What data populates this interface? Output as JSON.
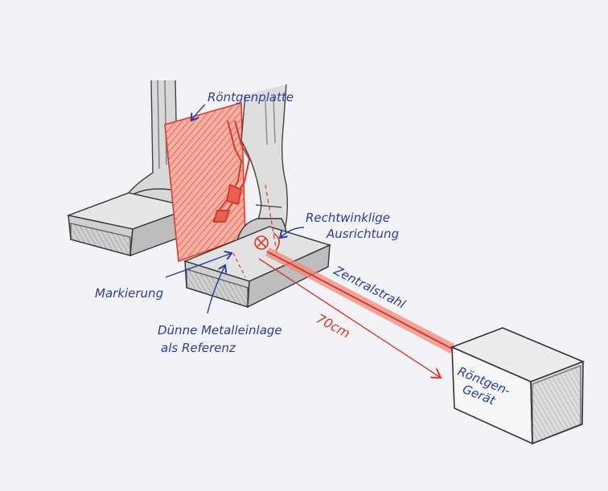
{
  "labels": {
    "plate": "Röntgenplatte",
    "alignment_line1": "Rechtwinklige",
    "alignment_line2": "Ausrichtung",
    "marker": "Markierung",
    "metal_line1": "Dünne Metalleinlage",
    "metal_line2": "als Referenz",
    "central_beam": "Zentralstrahl",
    "distance": "70cm",
    "device_line1": "Röntgen-",
    "device_line2": "Gerät"
  },
  "colors": {
    "paper": "#f3f3f7",
    "pencil": "#3a3a3a",
    "red": "#d83a2c",
    "red_light": "#f08a7a",
    "blue": "#2a3c9c"
  }
}
